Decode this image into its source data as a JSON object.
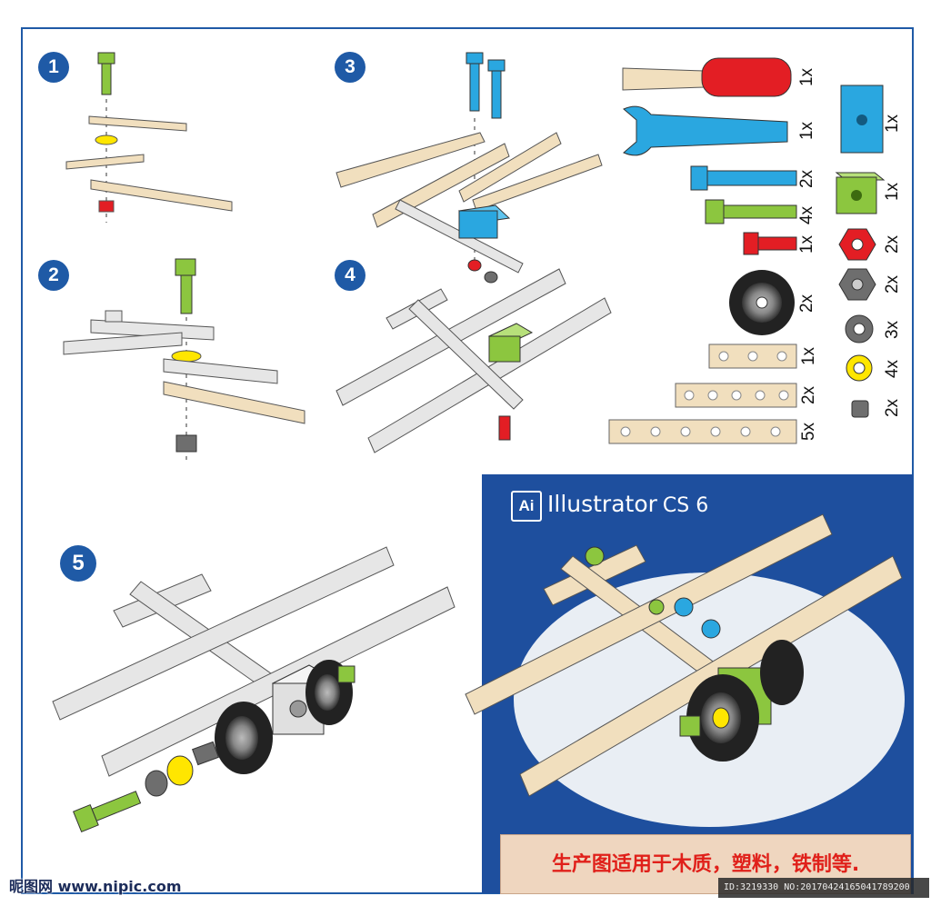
{
  "steps": [
    "1",
    "2",
    "3",
    "4",
    "5"
  ],
  "parts": {
    "screwdriver": "1x",
    "wrench": "1x",
    "blue_block": "1x",
    "blue_screw": "2x",
    "green_block": "1x",
    "green_screw": "4x",
    "red_screw": "1x",
    "red_nut": "2x",
    "gray_nut": "2x",
    "wheel": "2x",
    "gray_washer": "3x",
    "yellow_washer": "4x",
    "spacer": "2x",
    "strip_3_hole": "1x",
    "strip_5_hole": "2x",
    "strip_7_hole": "5x"
  },
  "illustrator": {
    "badge": "Ai",
    "name": "Illustrator",
    "version": "CS 6"
  },
  "banner_text": "生产图适用于木质，塑料，铁制等.",
  "watermark": "昵图网 www.nipic.com",
  "id_line": "ID:3219330 NO:20170424165041789200",
  "colors": {
    "frame": "#1f5aa6",
    "panel_blue": "#1e4f9e",
    "wood": "#f1dfbe",
    "metal": "#e6e6e6",
    "green_part": "#8cc63f",
    "blue_part": "#2aa7e0",
    "red_part": "#e31e24",
    "yellow_part": "#ffe600",
    "gray_part": "#6e6e6e"
  }
}
